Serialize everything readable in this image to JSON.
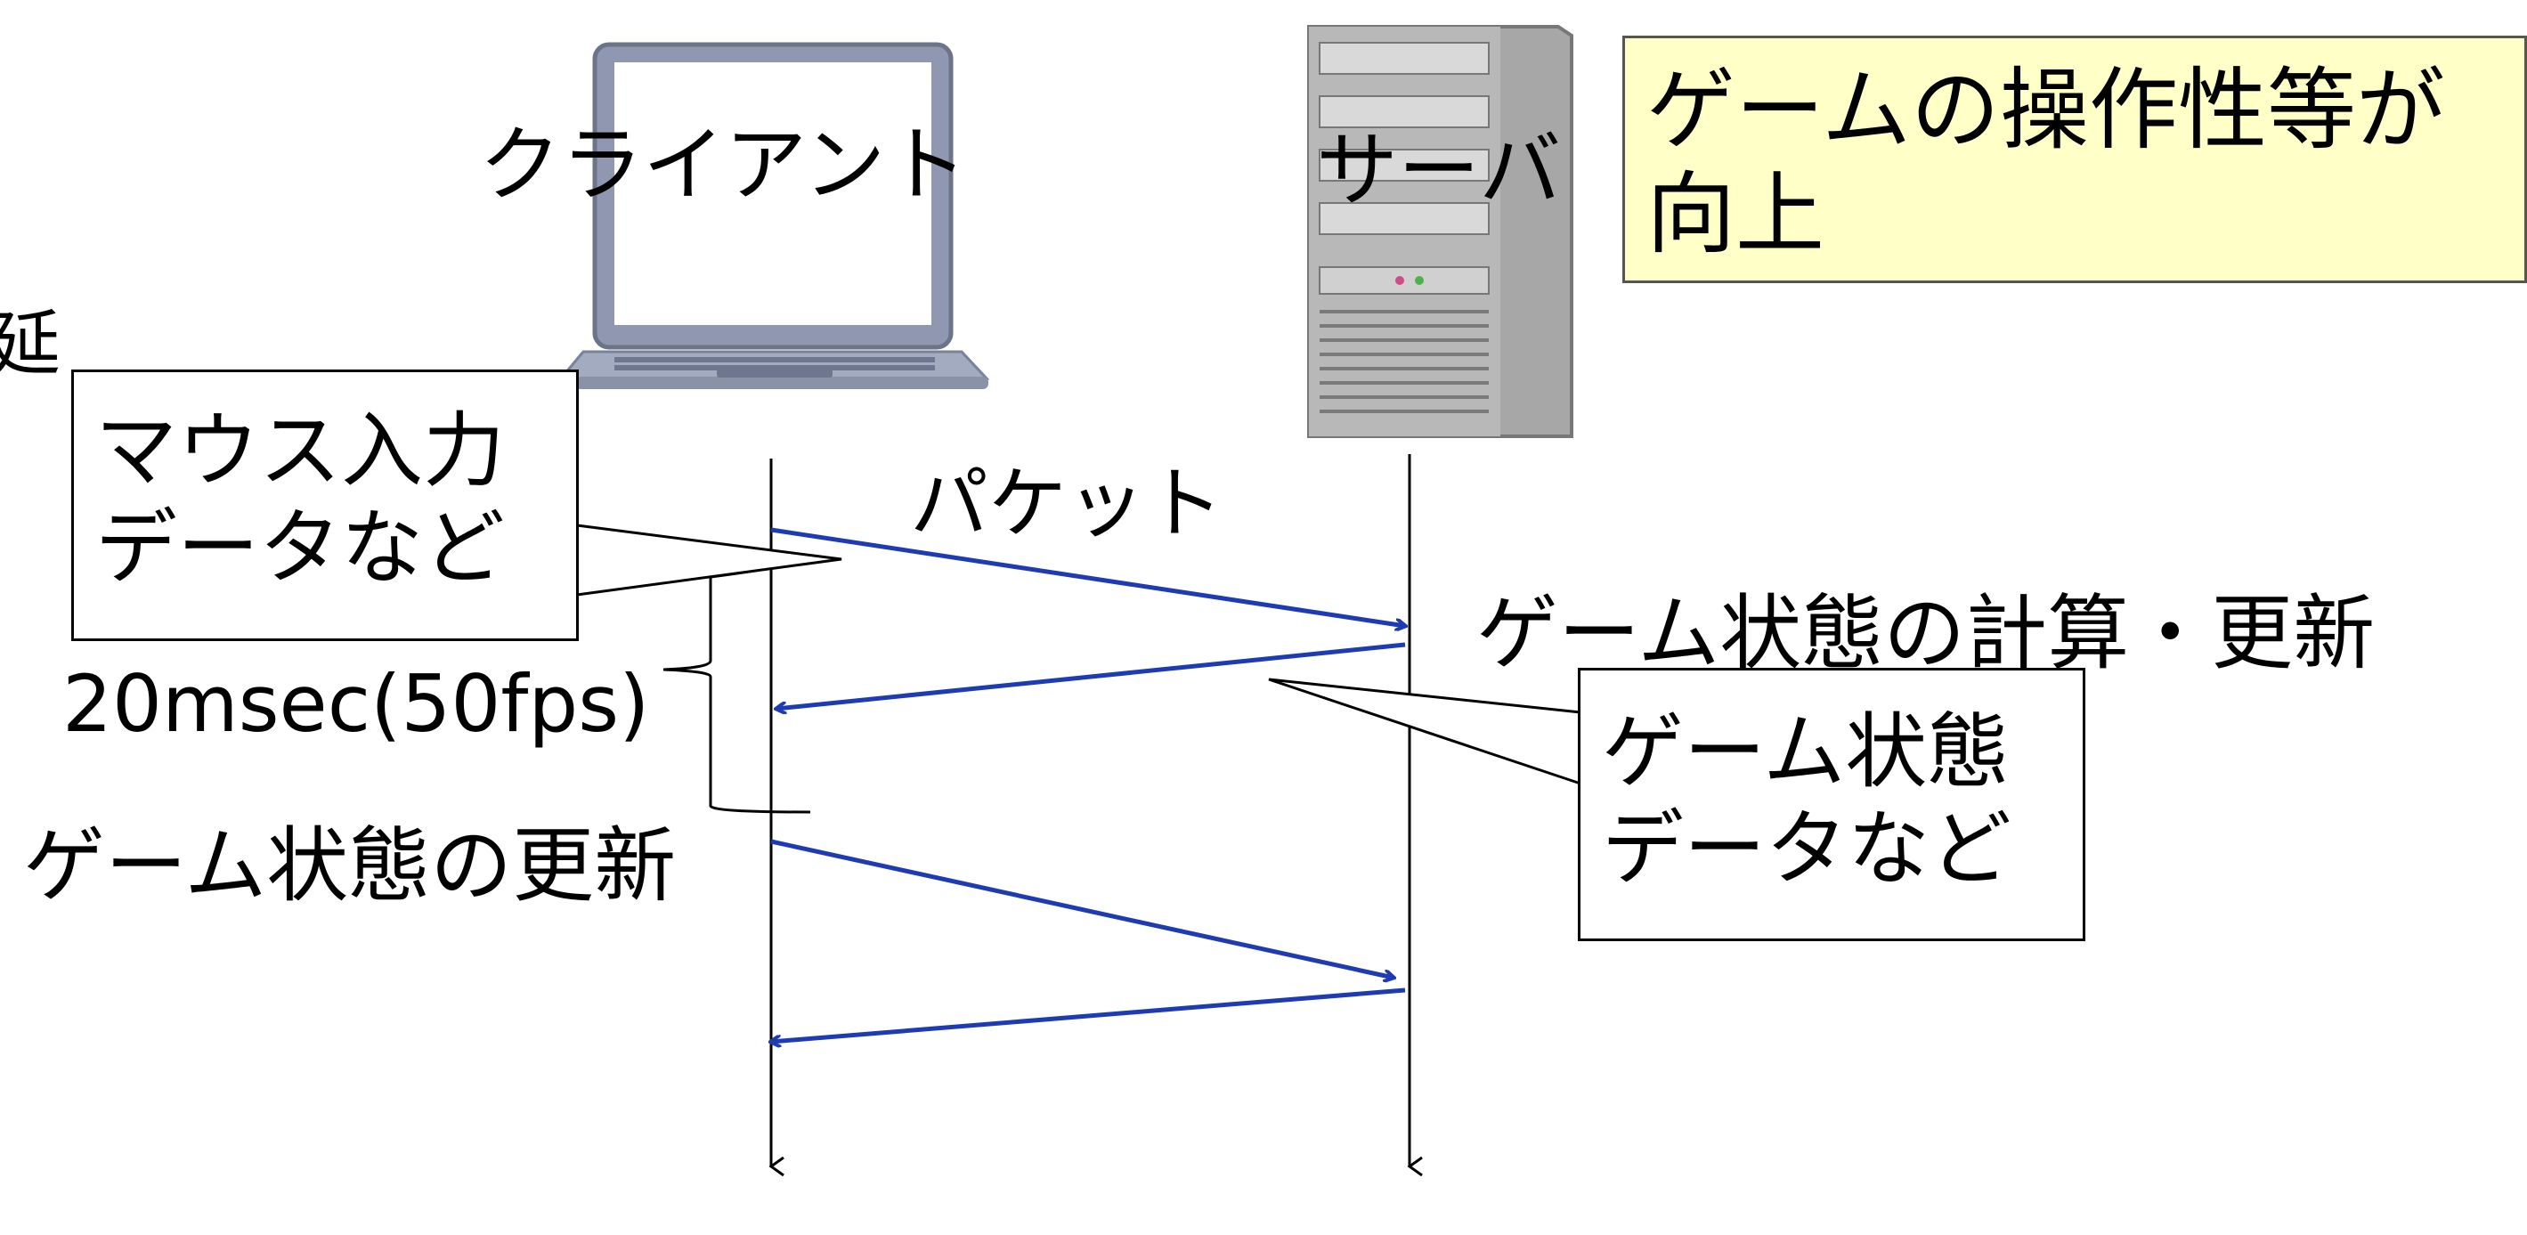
{
  "labels": {
    "client": "クライアント",
    "server": "サーバ",
    "left_edge_fragment": "延",
    "packet": "パケット",
    "interval": "20msec(50fps)",
    "client_update": "ゲーム状態の更新",
    "server_update": "ゲーム状態の計算・更新"
  },
  "callouts": {
    "mouse_input": [
      "マウス入力",
      "データなど"
    ],
    "game_state": [
      "ゲーム状態",
      "データなど"
    ]
  },
  "note": {
    "lines": [
      "ゲームの操作性等が",
      "向上"
    ],
    "background": "#ffffc8"
  },
  "colors": {
    "arrow": "#1f3bb3",
    "line": "#000000"
  },
  "icons": [
    "laptop-icon",
    "server-tower-icon"
  ]
}
